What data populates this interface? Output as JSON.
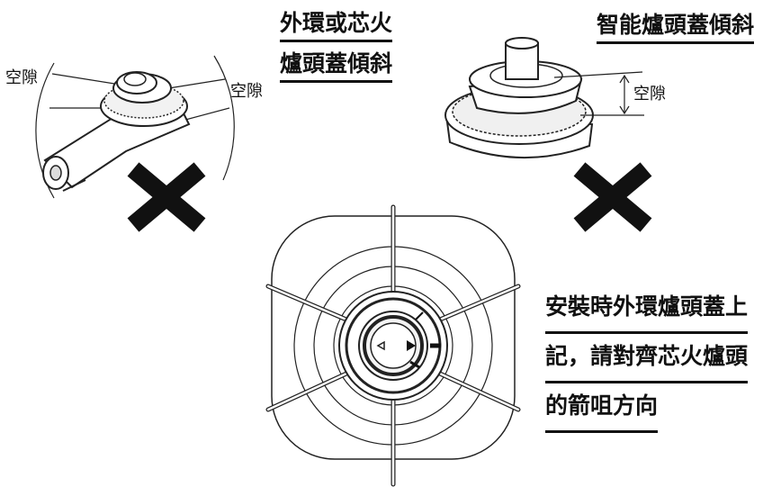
{
  "labels": {
    "left_title_line1": "外環或芯火",
    "left_title_line2": "爐頭蓋傾斜",
    "right_title": "智能爐頭蓋傾斜",
    "gap": "空隙",
    "note_line1": "安裝時外環爐頭蓋上",
    "note_line2": "記，請對齊芯火爐頭",
    "note_line3": "的箭咀方向"
  },
  "colors": {
    "ink": "#111111",
    "background": "#ffffff"
  },
  "icons": [
    "wrong-mark-x-icon",
    "wrong-mark-x-icon",
    "arrow-left-icon",
    "arrow-right-icon"
  ]
}
